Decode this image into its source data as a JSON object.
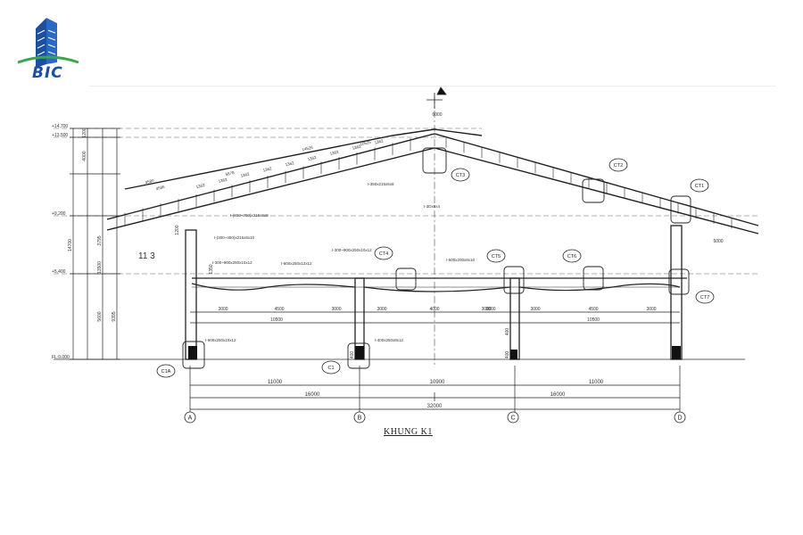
{
  "brand": {
    "name": "BIC",
    "color": "#1c4fa0",
    "accent": "#3aa84a"
  },
  "title": "KHUNG K1",
  "levels": [
    "+14,700",
    "+13,500",
    "+9,200",
    "+5,400",
    "FL:0.000"
  ],
  "left_dims": [
    "1200",
    "4000",
    "3795",
    "5600",
    "13500",
    "14700",
    "9395"
  ],
  "bays": [
    {
      "label": "11000",
      "span": "A-B"
    },
    {
      "label": "10900",
      "span": "B-C"
    },
    {
      "label": "11000",
      "span": "C-D"
    }
  ],
  "half_spans": [
    "16000",
    "16000"
  ],
  "total_span": "32000",
  "beam_dims_left": [
    "3000",
    "4500",
    "3000"
  ],
  "beam_dims_mid": [
    "3000",
    "4000",
    "3000"
  ],
  "beam_dims_right": [
    "3000",
    "3000",
    "4500",
    "3000"
  ],
  "beam_span_left": "10500",
  "beam_span_right": "10500",
  "ridge_width": "6000",
  "overhang": "5000",
  "rafter_segments": [
    "1362",
    "1362",
    "1362",
    "1362",
    "1362",
    "1362",
    "1362",
    "1362",
    "1362"
  ],
  "rafter_lengths": [
    "14526",
    "10525",
    "5878",
    "4580",
    "4586"
  ],
  "grid_labels": [
    "A",
    "B",
    "C",
    "D"
  ],
  "details": [
    "CT1",
    "CT2",
    "CT3",
    "CT4",
    "CT5",
    "CT6",
    "CT7",
    "C1",
    "C1A"
  ],
  "sections": [
    "I-350x215x6x8",
    "I-(650~350)x215x6x8",
    "I-(300~450)x215x6x10",
    "I-300~900x250x10x12",
    "I-600x250x12x12",
    "I-300~900x250x10x12",
    "I-500x200x8x10",
    "I-500x250x10x12",
    "I-400x250x8x12",
    "I-3Dx8x4"
  ],
  "column_labels": [
    "400",
    "400",
    "400"
  ],
  "misc": [
    "1350",
    "1200",
    "11 3"
  ]
}
